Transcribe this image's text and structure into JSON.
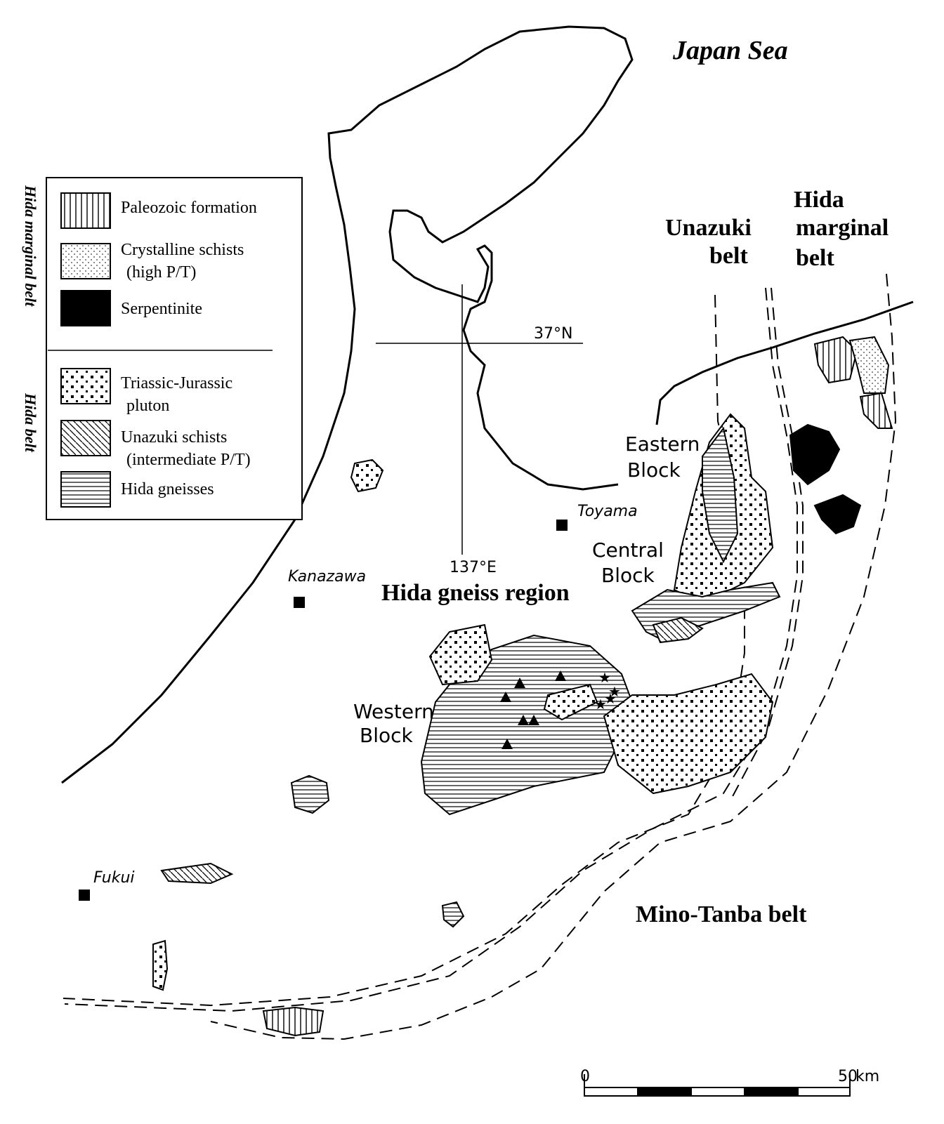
{
  "map": {
    "sea_label": "Japan Sea",
    "region_label": "Hida gneiss region",
    "latitude_label": "37°N",
    "longitude_label": "137°E",
    "belts": {
      "unazuki": [
        "Unazuki",
        "belt"
      ],
      "hida_marginal": [
        "Hida",
        "marginal",
        "belt"
      ],
      "mino_tanba": "Mino-Tanba belt"
    },
    "blocks": {
      "eastern": [
        "Eastern",
        "Block"
      ],
      "central": [
        "Central",
        "Block"
      ],
      "western": [
        "Western",
        "Block"
      ]
    },
    "cities": [
      "Toyama",
      "Kanazawa",
      "Fukui"
    ]
  },
  "legend": {
    "side_labels": [
      "Hida marginal belt",
      "Hida belt"
    ],
    "items": [
      {
        "pattern": "vertical-stripes",
        "label": [
          "Paleozoic formation"
        ]
      },
      {
        "pattern": "fine-dots",
        "label": [
          "Crystalline schists",
          "(high P/T)"
        ]
      },
      {
        "pattern": "solid-black",
        "label": [
          "Serpentinite"
        ]
      },
      {
        "pattern": "square-dots",
        "label": [
          "Triassic-Jurassic",
          "pluton"
        ]
      },
      {
        "pattern": "diagonal-stripes",
        "label": [
          "Unazuki schists",
          "(intermediate P/T)"
        ]
      },
      {
        "pattern": "horizontal-stripes",
        "label": [
          "Hida gneisses"
        ]
      }
    ]
  },
  "scale_bar": {
    "start": "0",
    "end": "50",
    "unit": "km"
  }
}
